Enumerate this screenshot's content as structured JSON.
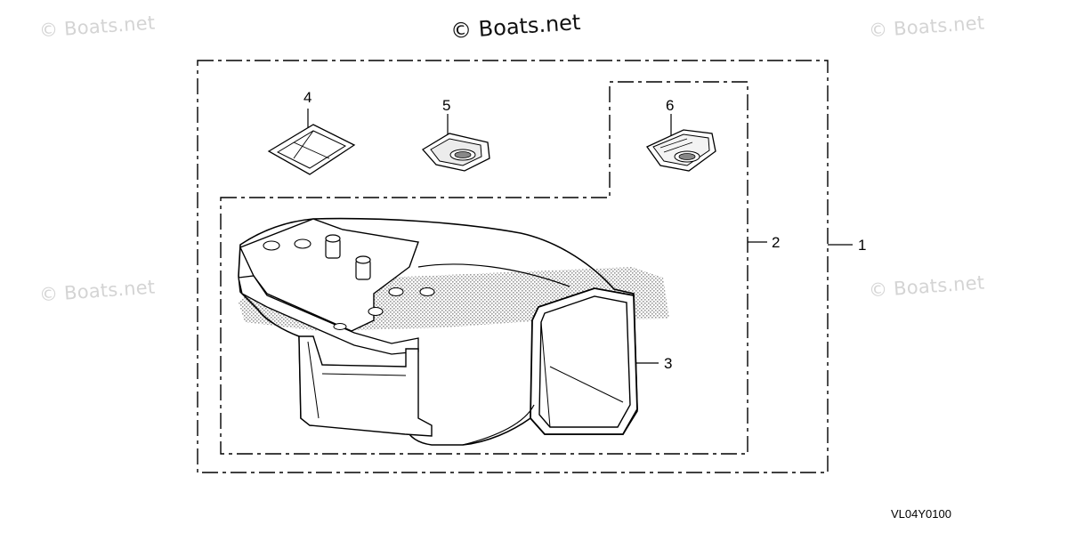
{
  "watermarks": {
    "top_left": "© Boats.net",
    "top_center": "© Boats.net",
    "top_right": "© Boats.net",
    "mid_left": "© Boats.net",
    "mid_right": "© Boats.net"
  },
  "callouts": {
    "c1": "1",
    "c2": "2",
    "c3": "3",
    "c4": "4",
    "c5": "5",
    "c6": "6"
  },
  "diagram_code": "VL04Y0100",
  "colors": {
    "line": "#000000",
    "watermark": "#d4d4d4",
    "stipple": "#9a9a9a"
  }
}
